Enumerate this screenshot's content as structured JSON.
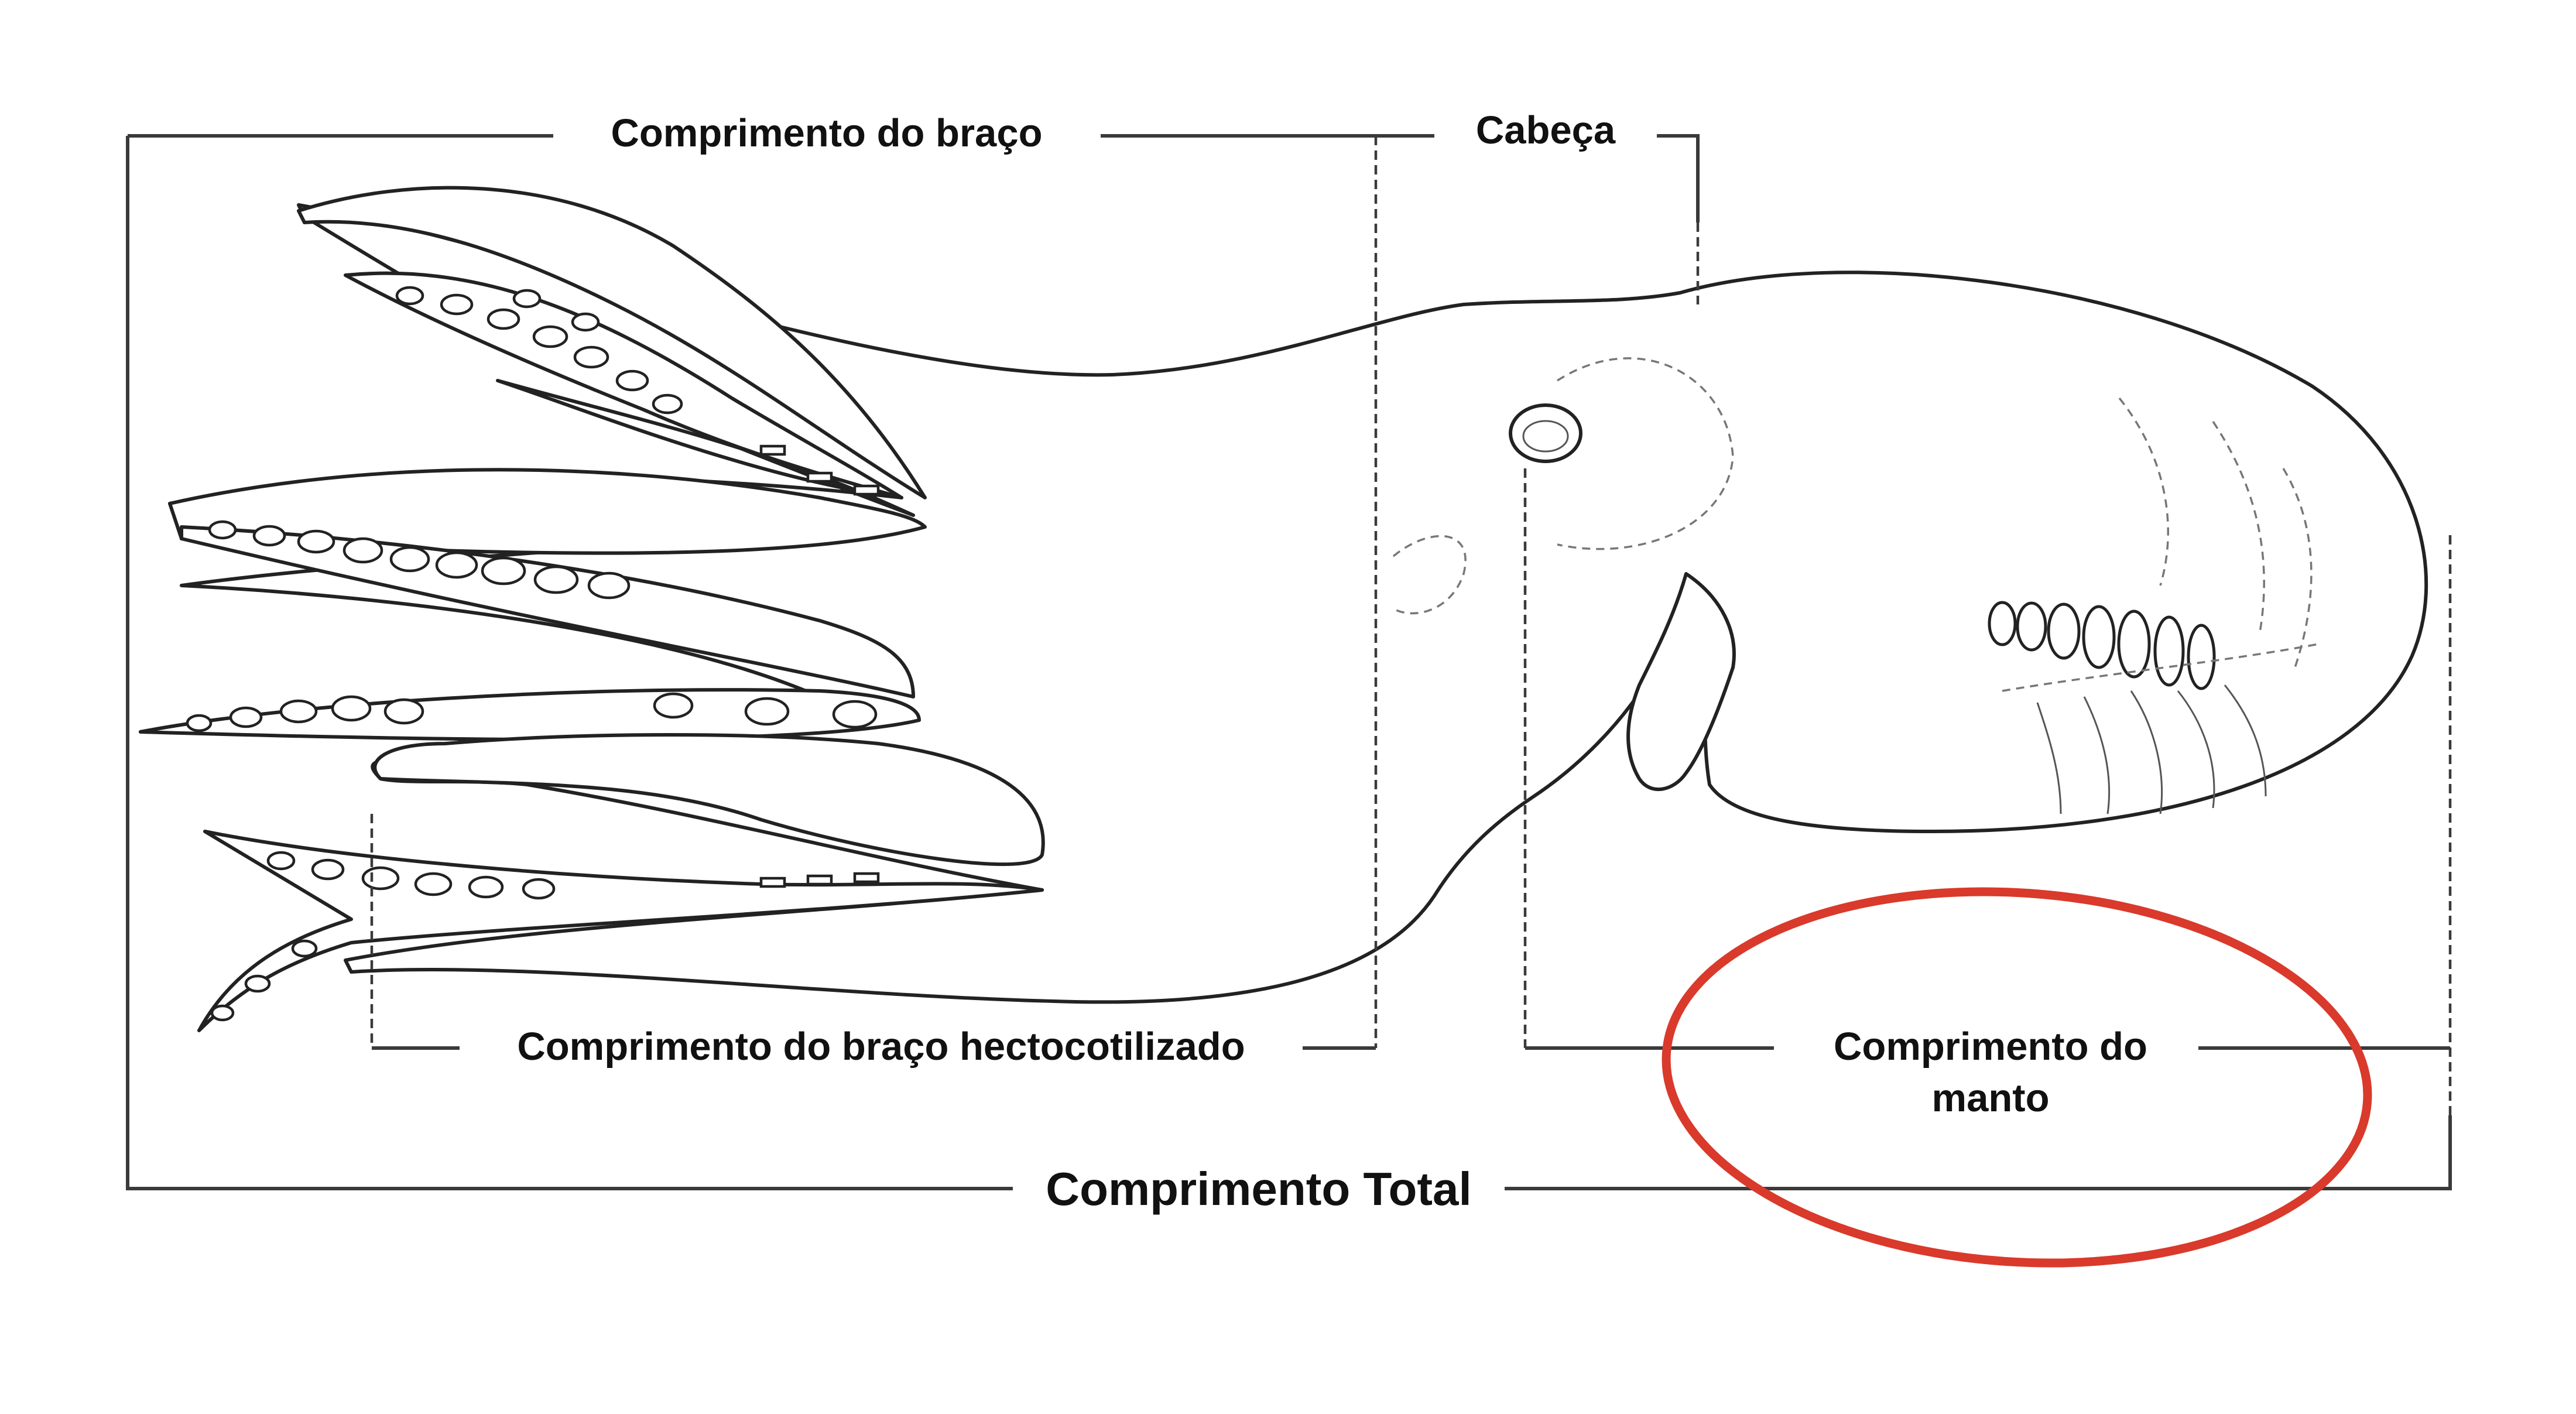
{
  "labels": {
    "arm_length": "Comprimento do braço",
    "head": "Cabeça",
    "hectocotylized_arm_length": "Comprimento do braço hectocotilizado",
    "mantle_length_line1": "Comprimento do",
    "mantle_length_line2": "manto",
    "total_length": "Comprimento Total"
  },
  "colors": {
    "highlight_ellipse": "#d93a2b",
    "line": "#222222",
    "text": "#111111"
  }
}
